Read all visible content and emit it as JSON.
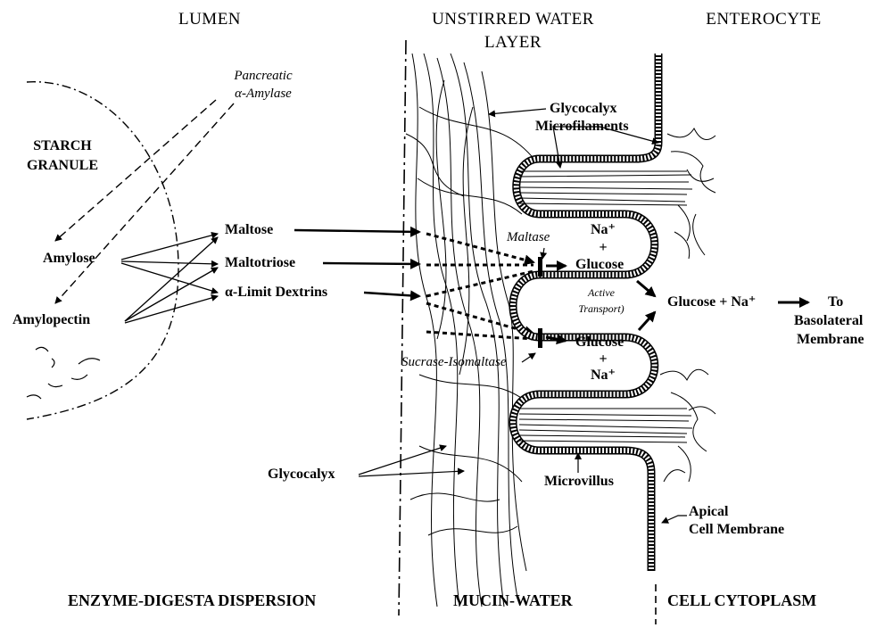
{
  "headers": {
    "lumen": "LUMEN",
    "unstirred_line1": "UNSTIRRED WATER",
    "unstirred_line2": "LAYER",
    "enterocyte": "ENTEROCYTE"
  },
  "lumen": {
    "enzyme_line1": "Pancreatic",
    "enzyme_line2": "α-Amylase",
    "starch_line1": "STARCH",
    "starch_line2": "GRANULE",
    "amylose": "Amylose",
    "amylopectin": "Amylopectin"
  },
  "products": {
    "maltose": "Maltose",
    "maltotriose": "Maltotriose",
    "limit_dextrins": "α-Limit Dextrins"
  },
  "membrane": {
    "glycocalyx_top": "Glycocalyx",
    "microfilaments": "Microfilaments",
    "maltase": "Maltase",
    "na_top": "Na⁺",
    "plus_top": "+",
    "glucose_top": "Glucose",
    "active_line1": "Active",
    "active_line2": "Transport)",
    "glucose_bottom": "Glucose",
    "plus_bottom": "+",
    "na_bottom": "Na⁺",
    "sucrase_isomaltase": "Sucrase-Isomaltase",
    "glycocalyx_bottom": "Glycocalyx",
    "microvillus": "Microvillus",
    "apical_line1": "Apical",
    "apical_line2": "Cell Membrane"
  },
  "cell": {
    "glucose_na": "Glucose + Na⁺",
    "to": "To",
    "basolateral_line1": "Basolateral",
    "basolateral_line2": "Membrane"
  },
  "footers": {
    "dispersion": "ENZYME-DIGESTA DISPERSION",
    "mucin": "MUCIN-WATER",
    "cytoplasm": "CELL CYTOPLASM"
  }
}
